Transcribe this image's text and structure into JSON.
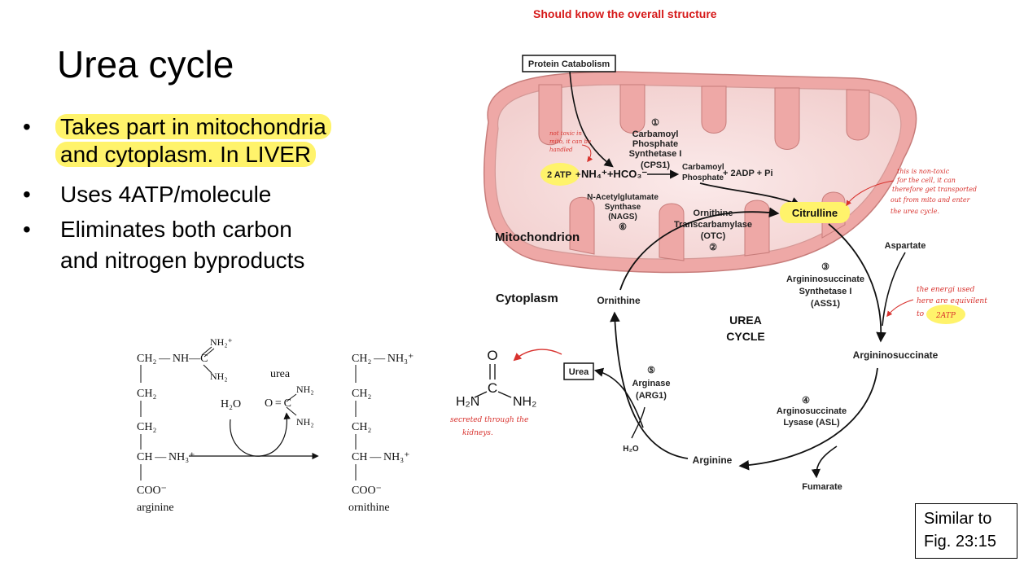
{
  "slide": {
    "title": "Urea cycle",
    "top_note": "Should know the overall structure",
    "bullets": [
      {
        "line1": "Takes part in mitochondria",
        "line2": "and cytoplasm. In LIVER"
      },
      {
        "line1": "Uses 4ATP/molecule",
        "line2": ""
      },
      {
        "line1": "Eliminates both carbon",
        "line2": "and nitrogen byproducts"
      }
    ],
    "figure_ref": {
      "line1": "Similar to",
      "line2": "Fig. 23:15"
    }
  },
  "diagram": {
    "protein_catabolism": "Protein Catabolism",
    "mitochondrion": "Mitochondrion",
    "cytoplasm": "Cytoplasm",
    "urea_cycle_1": "UREA",
    "urea_cycle_2": "CYCLE",
    "inputs": {
      "atp": "2 ATP",
      "plus": "+",
      "nh4": "NH₄⁺+HCO₃⁻"
    },
    "cps1": {
      "num": "①",
      "l1": "Carbamoyl",
      "l2": "Phosphate",
      "l3": "Synthetase I",
      "l4": "(CPS1)"
    },
    "carbamoyl": {
      "l1": "Carbamoyl",
      "l2": "Phosphate",
      "products": "+ 2ADP + Pi"
    },
    "nags": {
      "l1": "N-Acetylglutamate",
      "l2": "Synthase",
      "l3": "(NAGS)",
      "num": "⑥"
    },
    "otc": {
      "l1": "Ornithine",
      "l2": "Transcarbamylase",
      "l3": "(OTC)",
      "num": "②"
    },
    "citrulline": "Citrulline",
    "aspartate": "Aspartate",
    "ass1": {
      "num": "③",
      "l1": "Argininosuccinate",
      "l2": "Synthetase I",
      "l3": "(ASS1)"
    },
    "argininosuccinate": "Argininosuccinate",
    "asl": {
      "num": "④",
      "l1": "Arginosuccinate",
      "l2": "Lysase (ASL)"
    },
    "fumarate": "Fumarate",
    "arginine": "Arginine",
    "arg1": {
      "num": "⑤",
      "l1": "Arginase",
      "l2": "(ARG1)"
    },
    "water": "H₂O",
    "urea_box": "Urea",
    "ornithine": "Ornithine"
  },
  "handwritten": {
    "not_toxic": [
      "not toxic in",
      "mito, it can be",
      "handled"
    ],
    "non_toxic": [
      "this is non-toxic",
      "for the cell, it can",
      "therefore get transported",
      "out from mito and enter",
      "the urea cycle."
    ],
    "energy": [
      "the energi used",
      "here are equivilent",
      "to"
    ],
    "energy_atp": "2ATP",
    "secreted": [
      "secreted through the",
      "kidneys."
    ]
  },
  "urea_structure": {
    "o": "O",
    "c": "C",
    "h2n": "H₂N",
    "nh2": "NH₂"
  },
  "reaction": {
    "arginine_rows": [
      "CH₂ — NH—C",
      "CH₂",
      "CH₂",
      "CH — NH₃⁺",
      "COO⁻"
    ],
    "guanidino_top": "NH₂⁺",
    "guanidino_bottom": "NH₂",
    "arginine_label": "arginine",
    "urea_label": "urea",
    "urea_top": "NH₂",
    "urea_mid": "O = C",
    "urea_bottom": "NH₂",
    "h2o": "H₂O",
    "ornithine_rows": [
      "CH₂ — NH₃⁺",
      "CH₂",
      "CH₂",
      "CH — NH₃⁺",
      "COO⁻"
    ],
    "ornithine_label": "ornithine"
  }
}
